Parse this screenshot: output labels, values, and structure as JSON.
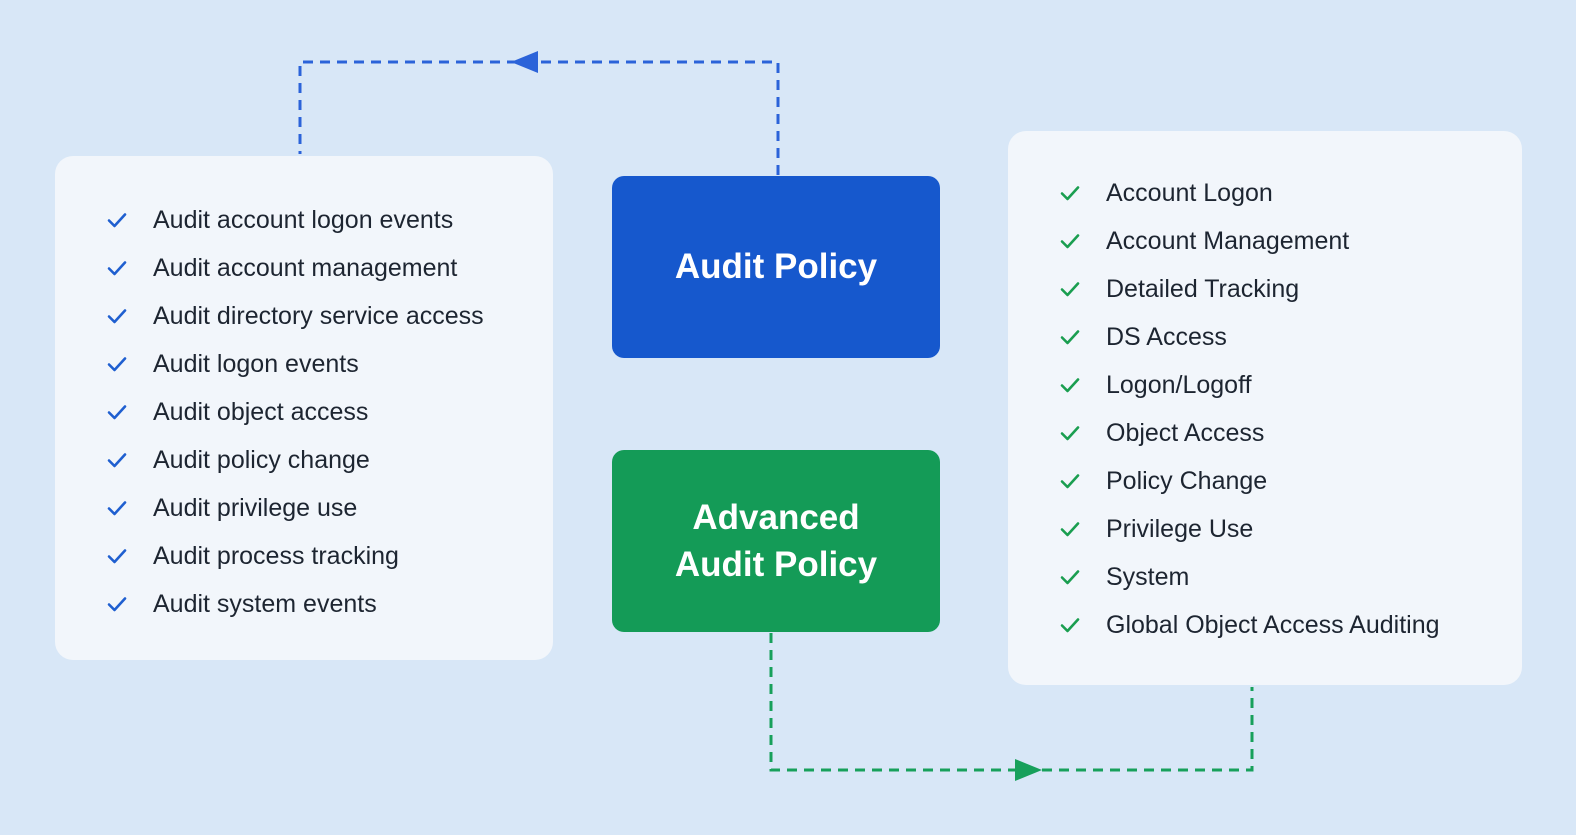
{
  "colors": {
    "background": "#d8e7f7",
    "card": "#f2f6fb",
    "blue": "#1658cd",
    "green": "#149b57",
    "blue_line": "#2b63d9",
    "green_line": "#17a05b",
    "check_blue": "#1f5fd0",
    "check_green": "#1a9e50",
    "text": "#1d2531"
  },
  "audit_policy_box": {
    "label": "Audit Policy"
  },
  "advanced_audit_policy_box": {
    "line1": "Advanced",
    "line2": "Audit Policy"
  },
  "legacy_audit_list": {
    "items": [
      "Audit account logon events",
      "Audit account management",
      "Audit directory service access",
      "Audit logon events",
      "Audit object access",
      "Audit policy change",
      "Audit privilege use",
      "Audit process tracking",
      "Audit system events"
    ]
  },
  "advanced_audit_list": {
    "items": [
      "Account Logon",
      "Account Management",
      "Detailed Tracking",
      "DS Access",
      "Logon/Logoff",
      "Object Access",
      "Policy Change",
      "Privilege Use",
      "System",
      "Global Object Access Auditing"
    ]
  }
}
